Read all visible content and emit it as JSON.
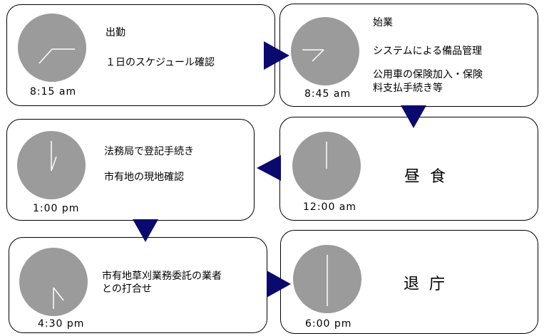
{
  "colors": {
    "clock_face": "#9b9b9b",
    "arrow": "#0a0a6e",
    "border": "#000000"
  },
  "cards": [
    {
      "time": "8:15 am",
      "lines": [
        "出勤",
        "１日のスケジュール確認"
      ]
    },
    {
      "time": "8:45 am",
      "lines": [
        "始業",
        "システムによる備品管理",
        "公用車の保険加入・保険",
        "料支払手続き等"
      ]
    },
    {
      "time": "1:00 pm",
      "lines": [
        "法務局で登記手続き",
        "市有地の現地確認"
      ]
    },
    {
      "time": "12:00 am",
      "big": "昼食"
    },
    {
      "time": "4:30 pm",
      "lines": [
        "市有地草刈業務委託の業者",
        "との打合せ"
      ]
    },
    {
      "time": "6:00 pm",
      "big": "退庁"
    }
  ]
}
